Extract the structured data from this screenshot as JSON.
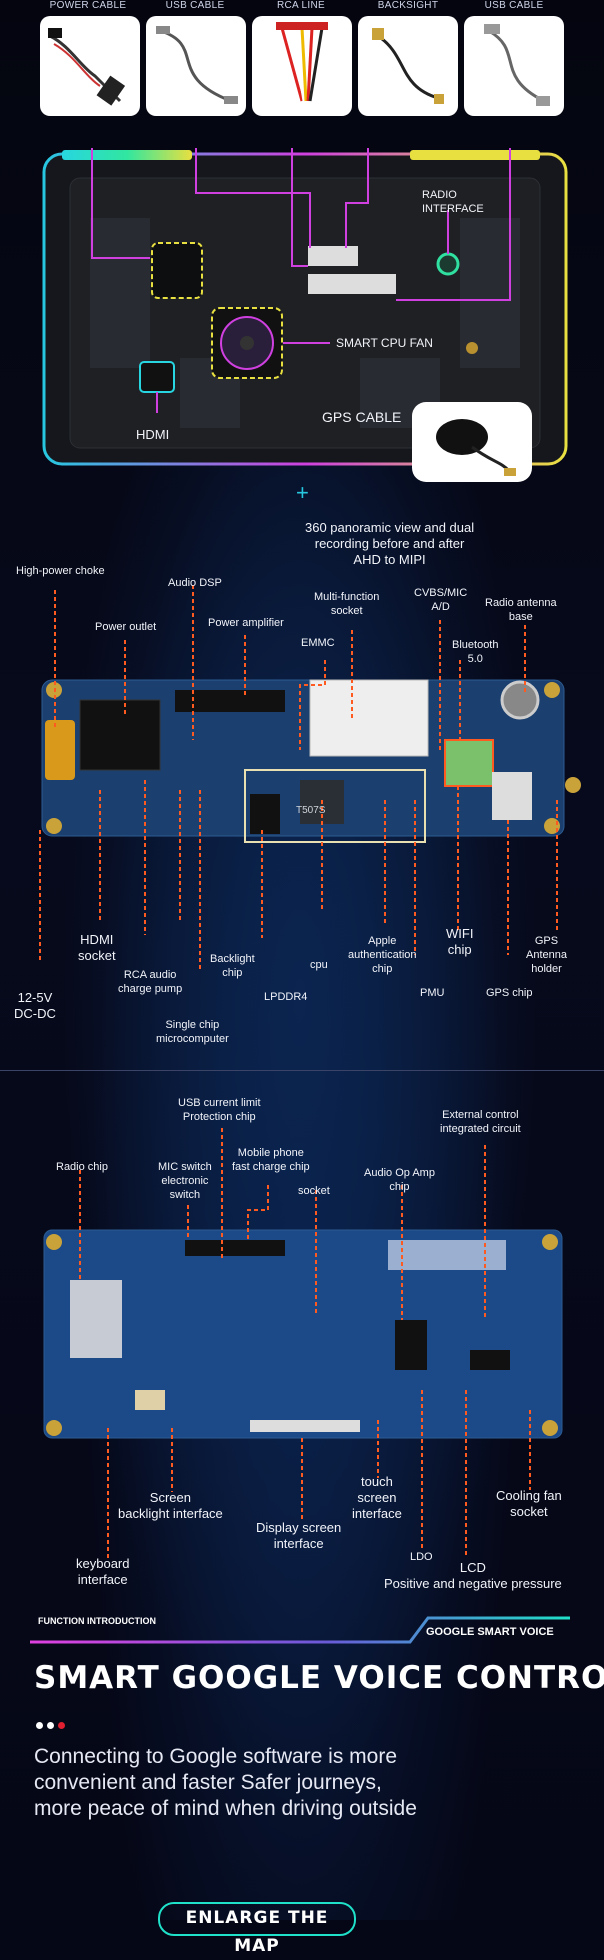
{
  "cables": [
    {
      "label": "POWER CABLE"
    },
    {
      "label": "USB CABLE"
    },
    {
      "label": "RCA LINE"
    },
    {
      "label": "BACKSIGHT"
    },
    {
      "label": "USB CABLE"
    }
  ],
  "back_panel": {
    "radio_interface": "RADIO\nINTERFACE",
    "smart_cpu_fan": "SMART CPU FAN",
    "hdmi": "HDMI",
    "gps_cable": "GPS CABLE"
  },
  "mainboard_labels": {
    "panoramic": "360 panoramic view and dual\nrecording before and after\nAHD to MIPI",
    "high_power_choke": "High-power choke",
    "audio_dsp": "Audio DSP",
    "power_outlet": "Power outlet",
    "power_amplifier": "Power amplifier",
    "emmc": "EMMC",
    "multi_function_socket": "Multi-function\nsocket",
    "cvbs_mic": "CVBS/MIC\nA/D",
    "radio_antenna_base": "Radio antenna\nbase",
    "bluetooth": "Bluetooth\n5.0",
    "hdmi_socket": "HDMI\nsocket",
    "rca_audio": "RCA audio\ncharge pump",
    "backlight_chip": "Backlight\nchip",
    "cpu": "cpu",
    "apple_auth": "Apple\nauthentication\nchip",
    "wifi_chip": "WIFI\nchip",
    "gps_antenna_holder": "GPS\nAntenna\nholder",
    "dc_dc": "12-5V\nDC-DC",
    "lpddr4": "LPDDR4",
    "pmu": "PMU",
    "gps_chip": "GPS chip",
    "single_chip": "Single chip\nmicrocomputer",
    "chip_marking": "T507S"
  },
  "screenboard_labels": {
    "usb_current_limit": "USB current limit\nProtection chip",
    "external_control": "External control\nintegrated circuit",
    "radio_chip": "Radio chip",
    "mic_switch": "MIC switch\nelectronic\nswitch",
    "mobile_fast_charge": "Mobile phone\nfast charge chip",
    "socket": "socket",
    "audio_op_amp": "Audio Op Amp\nchip",
    "screen_backlight": "Screen\nbacklight interface",
    "display_screen": "Display screen\ninterface",
    "touch_screen": "touch\nscreen\ninterface",
    "cooling_fan": "Cooling fan\nsocket",
    "ldo": "LDO",
    "lcd": "LCD\nPositive and negative pressure",
    "keyboard": "keyboard\ninterface"
  },
  "function_intro": {
    "left_tag": "FUNCTION INTRODUCTION",
    "right_tag": "GOOGLE SMART VOICE",
    "title": "SMART GOOGLE VOICE CONTROL",
    "paragraph": "Connecting to Google software is more\nconvenient and faster Safer journeys,\nmore peace of mind when driving outside",
    "button": "ENLARGE THE MAP"
  },
  "colors": {
    "accent_magenta": "#e040e0",
    "accent_orange": "#ff5a1f",
    "accent_teal": "#1fe0c8",
    "accent_yellow": "#e8e040"
  }
}
